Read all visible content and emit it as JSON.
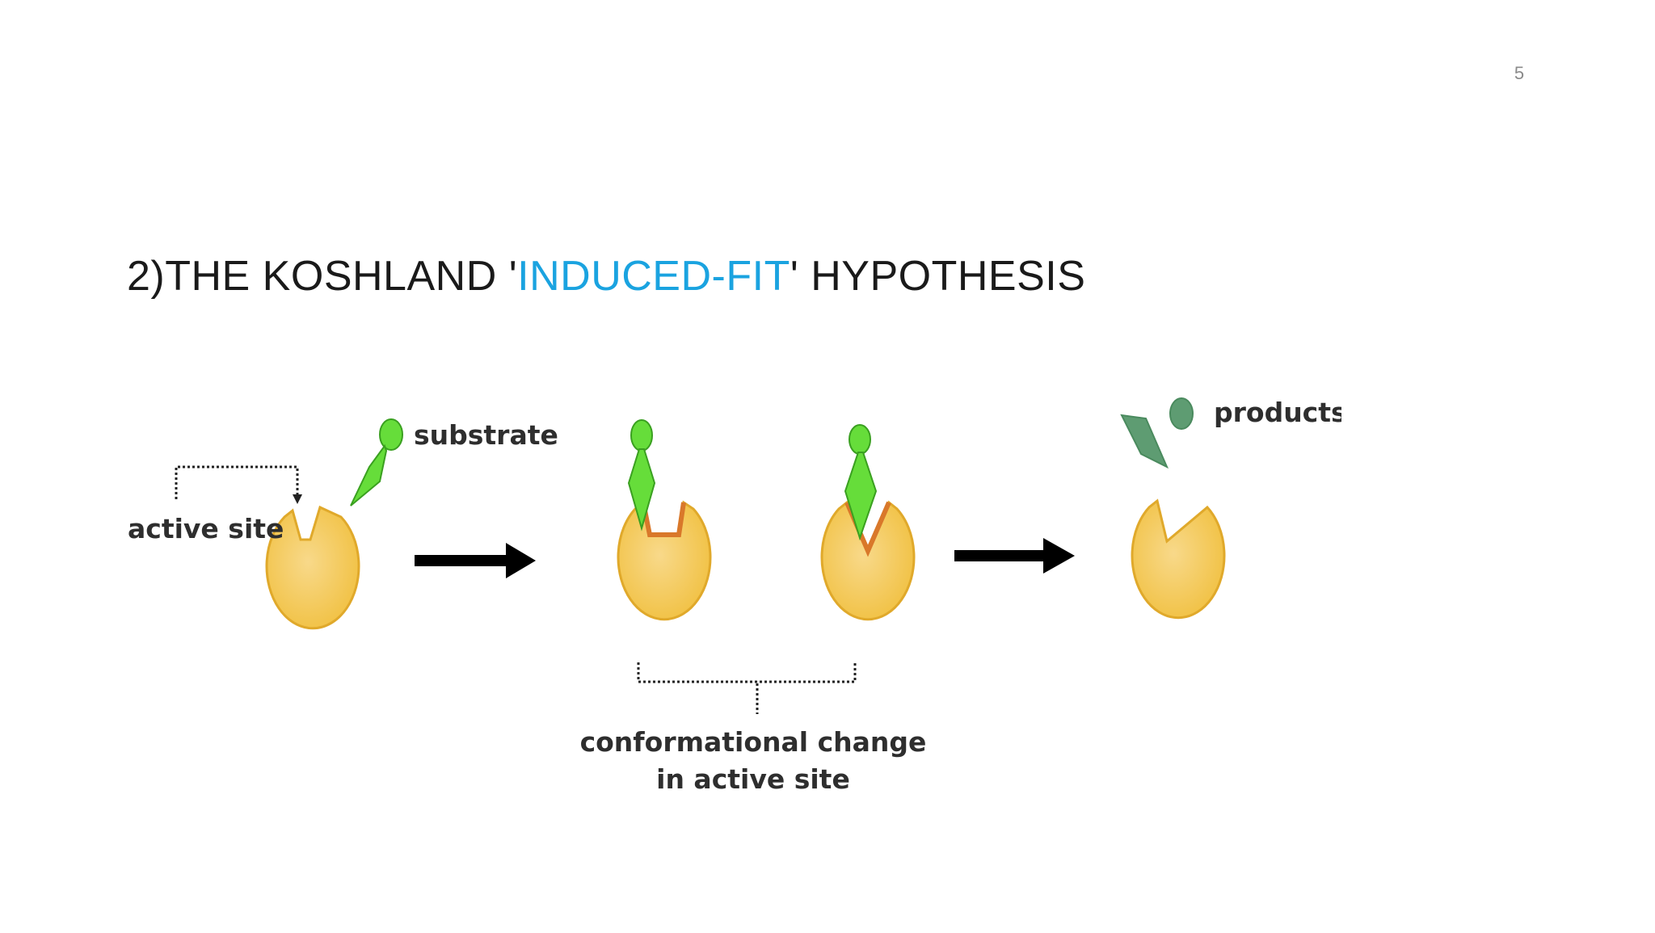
{
  "slide": {
    "page_number": "5",
    "title": {
      "prefix": "2)THE KOSHLAND '",
      "highlight": "INDUCED-FIT",
      "suffix": "' HYPOTHESIS",
      "highlight_color": "#1aa3e0"
    }
  },
  "diagram": {
    "labels": {
      "active_site": "active site",
      "substrate": "substrate",
      "products": "products",
      "conformational_line1": "conformational change",
      "conformational_line2": "in active site"
    },
    "colors": {
      "enzyme_fill": "#f3c84c",
      "enzyme_edge": "#e0a92b",
      "substrate_fill": "#66dd3a",
      "substrate_edge": "#3aa020",
      "product_fill": "#5e9c72",
      "arrow": "#000000",
      "active_site_rim": "#d9782a"
    }
  }
}
